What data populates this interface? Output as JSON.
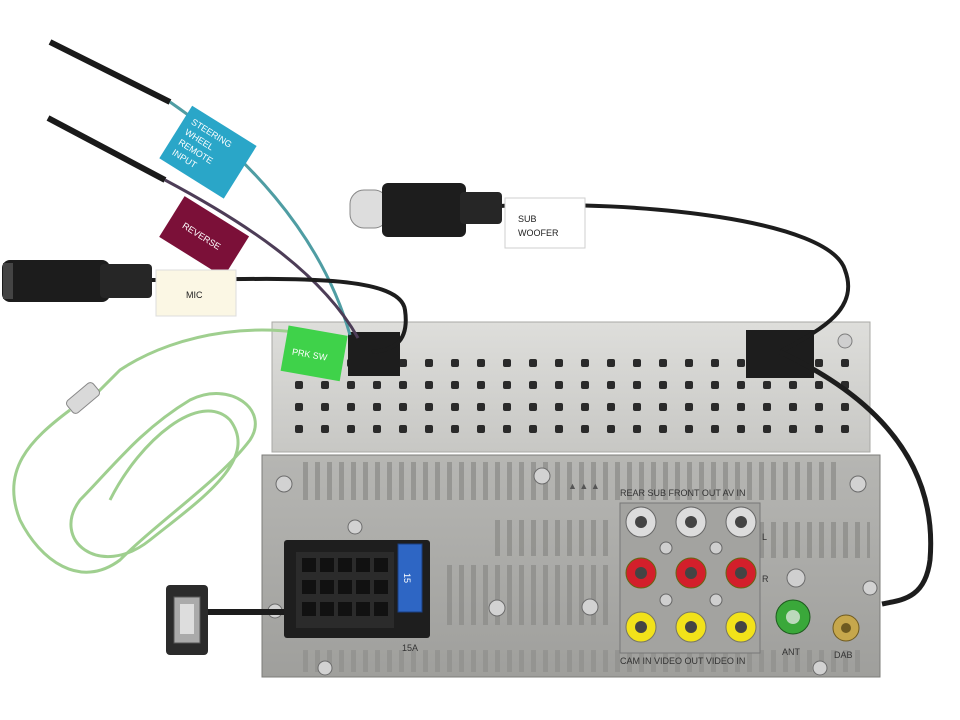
{
  "image": {
    "subject": "car-stereo-head-unit-rear-wiring"
  },
  "labels": {
    "steering": [
      "STEERING",
      "WHEEL",
      "REMOTE",
      "INPUT"
    ],
    "reverse": "REVERSE",
    "mic": "MIC",
    "prk_sw": "PRK SW",
    "sub_woofer": [
      "SUB",
      "WOOFER"
    ],
    "fuse_value": "15",
    "fuse_rating": "15A",
    "antenna": "ANT",
    "dab": "DAB",
    "rca_top": "REAR  SUB  FRONT OUT  AV  IN",
    "rca_bottom": "CAM IN   VIDEO OUT  VIDEO IN",
    "rca_side_l": "L",
    "rca_side_r": "R"
  },
  "colors": {
    "steering_tag": "#2aa6c8",
    "reverse_tag": "#7b1038",
    "mic_tag": "#fbf7e4",
    "prk_tag": "#3fd24a",
    "sub_tag": "#ffffff",
    "chassis": "#a9a9a6",
    "bracket": "#cfcfcc",
    "rca_white": "#e8e8e8",
    "rca_red": "#d31f2b",
    "rca_yellow": "#f2e21a",
    "ant_green": "#3aa83a",
    "dab_gold": "#c6a74c",
    "fuse_blue": "#2e66c4"
  }
}
